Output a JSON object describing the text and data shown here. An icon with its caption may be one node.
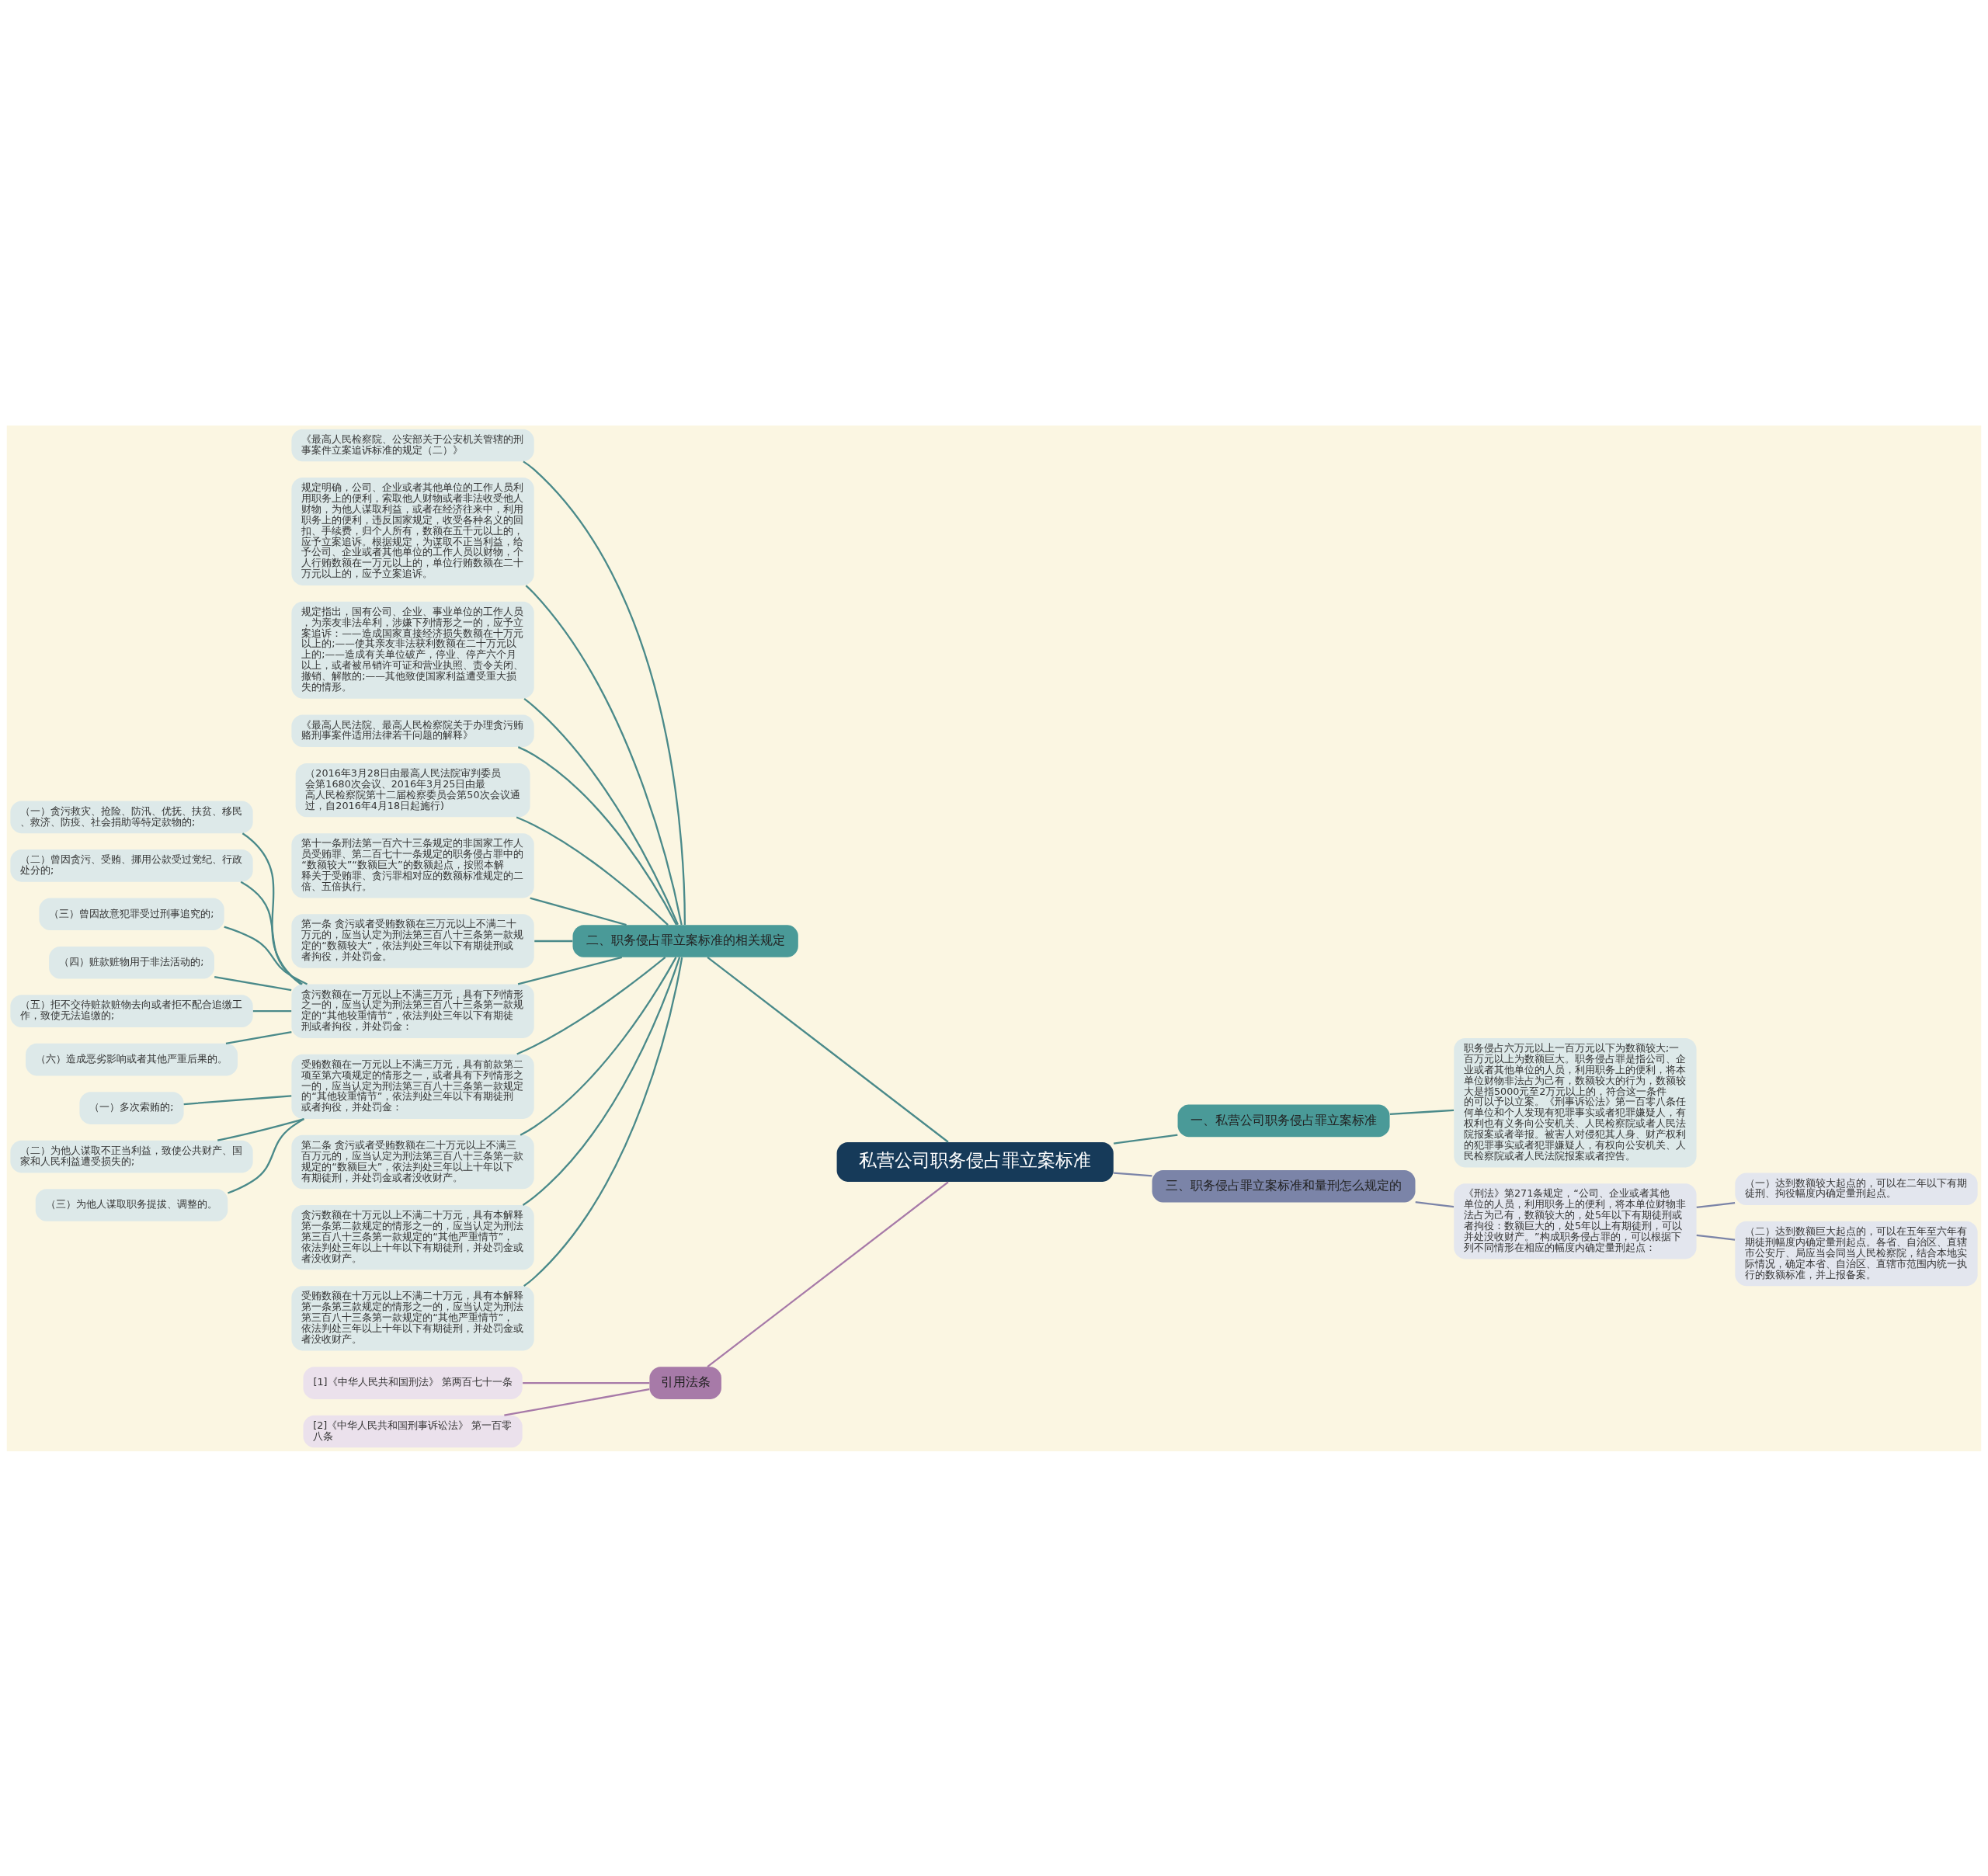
{
  "diagram": {
    "nodes": [
      {
        "text": [
          "私营公司职务侵占罪立案标准"
        ]
      },
      {
        "text": [
          "一、私营公司职务侵占罪立案标准"
        ]
      },
      {
        "text": [
          "职务侵占六万元以上一百万元以下为数额较大;一百万元以上为数额巨大。职务侵占罪是指公司、企业或者其他单位的人员，利用职务上的便利，将本单位财物非法占为己有，数额较大的行为，数额较大是指5000元至2万元以上的，符合这一条件的可以予以立案。《刑事诉讼法》第一百零八条任何单位和个人发现有犯罪事实或者犯罪嫌疑人，有权利也有义务向公安机关、人民检察院或者人民法院报案或者举报。被害人对侵犯其人身、财产权利的犯罪事实或者犯罪嫌疑人，有权向公安机关、人民检察院或者人民法院报案或者控告。"
        ]
      },
      {
        "text": [
          "二、职务侵占罪立案标准的相关规定"
        ]
      },
      {
        "text": [
          "《最高人民检察院、公安部关于公安机关管辖的刑事案件立案追诉标准的规定（二）》"
        ]
      },
      {
        "text": [
          "规定明确，公司、企业或者其他单位的工作人员利用职务上的便利，索取他人财物或者非法收受他人财物，为他人谋取利益，或者在经济往来中，利用职务上的便利，违反国家规定，收受各种名义的回扣、手续费，归个人所有，数额在五千元以上的，应予立案追诉。根据规定，为谋取不正当利益，给予公司、企业或者其他单位的工作人员以财物，个人行贿数额在一万元以上的，单位行贿数额在二十万元以上的，应予立案追诉。"
        ]
      },
      {
        "text": [
          "规定指出，国有公司、企业、事业单位的工作人员，为亲友非法牟利，涉嫌下列情形之一的，应予立案追诉：——造成国家直接经济损失数额在十万元以上的;——使其亲友非法获利数额在二十万元以上的;——造成有关单位破产，停业、停产六个月以上，或者被吊销许可证和营业执照、责令关闭、撤销、解散的;——其他致使国家利益遭受重大损失的情形。"
        ]
      },
      {
        "text": [
          "《最高人民法院、最高人民检察院关于办理贪污贿赂刑事案件适用法律若干问题的解释》"
        ]
      },
      {
        "text": [
          "（2016年3月28日由最高人民法院审判委员会第1680次会议、2016年3月25日由最高人民检察院第十二届检察委员会第50次会议通过，自2016年4月18日起施行)"
        ]
      },
      {
        "text": [
          "第十一条刑法第一百六十三条规定的非国家工作人员受贿罪、第二百七十一条规定的职务侵占罪中的“数额较大”“数额巨大”的数额起点，按照本解释关于受贿罪、贪污罪相对应的数额标准规定的二倍、五倍执行。"
        ]
      },
      {
        "text": [
          "第一条 贪污或者受贿数额在三万元以上不满二十万元的，应当认定为刑法第三百八十三条第一款规定的“数额较大”，依法判处三年以下有期徒刑或者拘役，并处罚金。"
        ]
      },
      {
        "text": [
          "贪污数额在一万元以上不满三万元，具有下列情形之一的，应当认定为刑法第三百八十三条第一款规定的“其他较重情节”，依法判处三年以下有期徒刑或者拘役，并处罚金："
        ]
      },
      {
        "text": [
          "（一）贪污救灾、抢险、防汛、优抚、扶贫、移民、救济、防疫、社会捐助等特定款物的;"
        ]
      },
      {
        "text": [
          "（二）曾因贪污、受贿、挪用公款受过党纪、行政处分的;"
        ]
      },
      {
        "text": [
          "（三）曾因故意犯罪受过刑事追究的;"
        ]
      },
      {
        "text": [
          "（四）赃款赃物用于非法活动的;"
        ]
      },
      {
        "text": [
          "（五）拒不交待赃款赃物去向或者拒不配合追缴工作，致使无法追缴的;"
        ]
      },
      {
        "text": [
          "（六）造成恶劣影响或者其他严重后果的。"
        ]
      },
      {
        "text": [
          "受贿数额在一万元以上不满三万元，具有前款第二项至第六项规定的情形之一，或者具有下列情形之一的，应当认定为刑法第三百八十三条第一款规定的“其他较重情节”，依法判处三年以下有期徒刑或者拘役，并处罚金："
        ]
      },
      {
        "text": [
          "（一）多次索贿的;"
        ]
      },
      {
        "text": [
          "（二）为他人谋取不正当利益，致使公共财产、国家和人民利益遭受损失的;"
        ]
      },
      {
        "text": [
          "（三）为他人谋取职务提拔、调整的。"
        ]
      },
      {
        "text": [
          "第二条 贪污或者受贿数额在二十万元以上不满三百万元的，应当认定为刑法第三百八十三条第一款规定的“数额巨大”，依法判处三年以上十年以下有期徒刑，并处罚金或者没收财产。"
        ]
      },
      {
        "text": [
          "贪污数额在十万元以上不满二十万元，具有本解释第一条第二款规定的情形之一的，应当认定为刑法第三百八十三条第一款规定的“其他严重情节”，依法判处三年以上十年以下有期徒刑，并处罚金或者没收财产。"
        ]
      },
      {
        "text": [
          "受贿数额在十万元以上不满二十万元，具有本解释第一条第三款规定的情形之一的，应当认定为刑法第三百八十三条第一款规定的“其他严重情节”，依法判处三年以上十年以下有期徒刑，并处罚金或者没收财产。"
        ]
      },
      {
        "text": [
          "三、职务侵占罪立案标准和量刑怎么规定的"
        ]
      },
      {
        "text": [
          "《刑法》第271条规定，“公司、企业或者其他单位的人员，利用职务上的便利，将本单位财物非法占为己有，数额较大的，处5年以下有期徒刑或者拘役：数额巨大的，处5年以上有期徒刑，可以并处没收财产。”构成职务侵占罪的，可以根据下列不同情形在相应的幅度内确定量刑起点："
        ]
      },
      {
        "text": [
          "（一）达到数额较大起点的，可以在二年以下有期徒刑、拘役幅度内确定量刑起点。"
        ]
      },
      {
        "text": [
          "（二）达到数额巨大起点的，可以在五年至六年有期徒刑幅度内确定量刑起点。各省、自治区、直辖市公安厅、局应当会同当人民检察院，结合本地实际情况，确定本省、自治区、直辖市范围内统一执行的数额标准，并上报备案。"
        ]
      },
      {
        "text": [
          "引用法条"
        ]
      },
      {
        "text": [
          "[1]《中华人民共和国刑法》 第两百七十一条"
        ]
      },
      {
        "text": [
          "[2]《中华人民共和国刑事诉讼法》 第一百零八条"
        ]
      }
    ],
    "edges": [
      {
        "from": 0,
        "to": 1,
        "arrow": "none"
      },
      {
        "from": 1,
        "to": 2,
        "arrow": "none"
      },
      {
        "from": 0,
        "to": 3,
        "arrow": "none"
      },
      {
        "from": 3,
        "to": 4,
        "arrow": "none"
      },
      {
        "from": 3,
        "to": 5,
        "arrow": "none"
      },
      {
        "from": 3,
        "to": 6,
        "arrow": "none"
      },
      {
        "from": 3,
        "to": 7,
        "arrow": "none"
      },
      {
        "from": 3,
        "to": 8,
        "arrow": "none"
      },
      {
        "from": 3,
        "to": 9,
        "arrow": "none"
      },
      {
        "from": 3,
        "to": 10,
        "arrow": "none"
      },
      {
        "from": 3,
        "to": 11,
        "arrow": "none"
      },
      {
        "from": 11,
        "to": 12,
        "arrow": "none"
      },
      {
        "from": 11,
        "to": 13,
        "arrow": "none"
      },
      {
        "from": 11,
        "to": 14,
        "arrow": "none"
      },
      {
        "from": 11,
        "to": 15,
        "arrow": "none"
      },
      {
        "from": 11,
        "to": 16,
        "arrow": "none"
      },
      {
        "from": 11,
        "to": 17,
        "arrow": "none"
      },
      {
        "from": 3,
        "to": 18,
        "arrow": "none"
      },
      {
        "from": 18,
        "to": 19,
        "arrow": "none"
      },
      {
        "from": 18,
        "to": 20,
        "arrow": "none"
      },
      {
        "from": 18,
        "to": 21,
        "arrow": "none"
      },
      {
        "from": 3,
        "to": 22,
        "arrow": "none"
      },
      {
        "from": 3,
        "to": 23,
        "arrow": "none"
      },
      {
        "from": 3,
        "to": 24,
        "arrow": "none"
      },
      {
        "from": 0,
        "to": 25,
        "arrow": "none",
        "color": "#7b84a8"
      },
      {
        "from": 25,
        "to": 26,
        "arrow": "none",
        "color": "#7b84a8"
      },
      {
        "from": 26,
        "to": 27,
        "arrow": "none",
        "color": "#7b84a8"
      },
      {
        "from": 26,
        "to": 28,
        "arrow": "none",
        "color": "#7b84a8"
      },
      {
        "from": 0,
        "to": 29,
        "arrow": "none",
        "color": "#a77aa8"
      },
      {
        "from": 29,
        "to": 30,
        "arrow": "none",
        "color": "#a77aa8"
      },
      {
        "from": 29,
        "to": 31,
        "arrow": "none",
        "color": "#a77aa8"
      }
    ]
  }
}
